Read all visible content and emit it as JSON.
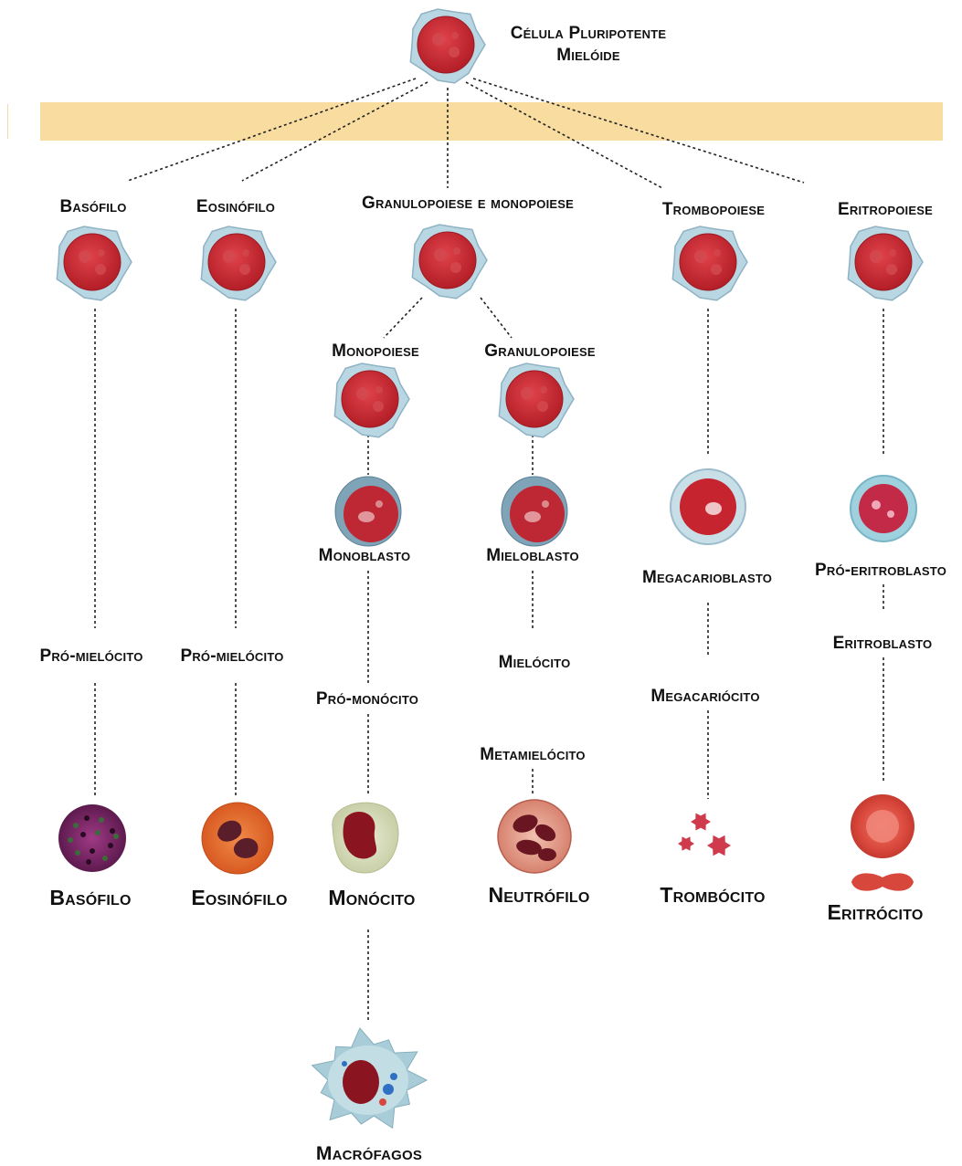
{
  "root": {
    "line1": "Célula Pluripotente",
    "line2": "Mielóide"
  },
  "branches": {
    "basofilo": {
      "title": "Basófilo",
      "mid": "Pró-mielócito",
      "final": "Basófilo"
    },
    "eosinofilo": {
      "title": "Eosinófilo",
      "mid": "Pró-mielócito",
      "final": "Eosinófilo"
    },
    "granulo_mono": {
      "title": "Granulopoiese e monopoiese"
    },
    "monopoiese": {
      "title": "Monopoiese",
      "blast": "Monoblasto",
      "mid": "Pró-monócito",
      "final": "Monócito",
      "after": "Macrófagos"
    },
    "granulopoiese": {
      "title": "Granulopoiese",
      "blast": "Mieloblasto",
      "mid1": "Mielócito",
      "mid2": "Metamielócito",
      "final": "Neutrófilo"
    },
    "trombopoiese": {
      "title": "Trombopoiese",
      "blast": "Megacarioblasto",
      "mid": "Megacariócito",
      "final": "Trombócito"
    },
    "eritropoiese": {
      "title": "Eritropoiese",
      "blast": "Pró-eritroblasto",
      "mid": "Eritroblasto",
      "final": "Eritrócito"
    }
  },
  "colors": {
    "band": "#f9dda0",
    "nucleus": "#cc2a32",
    "cytoplasm": "#a9cfe0",
    "connector": "#222222"
  }
}
